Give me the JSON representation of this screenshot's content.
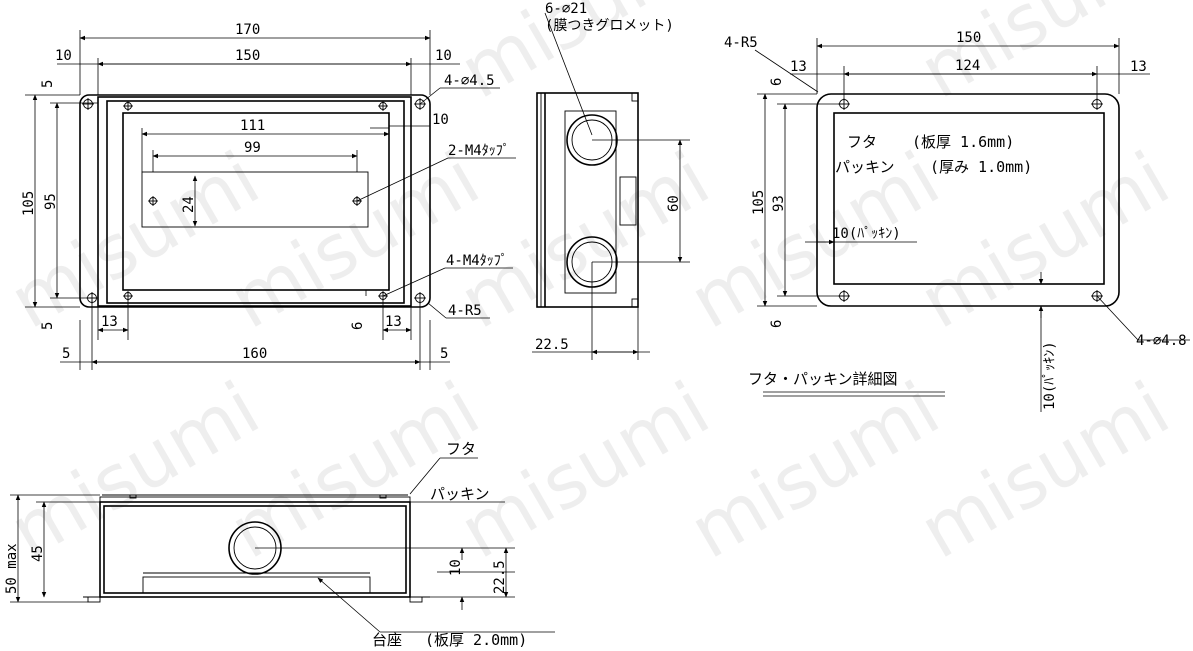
{
  "watermark": "misumi",
  "front_view": {
    "d170": "170",
    "d10a": "10",
    "d150": "150",
    "d10b": "10",
    "d111": "111",
    "d99": "99",
    "d10c": "10",
    "d105": "105",
    "d95": "95",
    "d24": "24",
    "d5a": "5",
    "d5b": "5",
    "d13a": "13",
    "d6": "6",
    "d13b": "13",
    "d5c": "5",
    "d160": "160",
    "d5d": "5",
    "hole_4": "4-⌀4.5",
    "tap_2": "2-M4ﾀｯﾌﾟ",
    "tap_4": "4-M4ﾀｯﾌﾟ",
    "r5": "4-R5"
  },
  "side_view": {
    "grommet_count": "6-⌀21",
    "grommet_desc": "(膜つきグロメット)",
    "d60": "60",
    "d22_5": "22.5"
  },
  "lid_view": {
    "r5": "4-R5",
    "d150": "150",
    "d13a": "13",
    "d124": "124",
    "d13b": "13",
    "d6a": "6",
    "d6b": "6",
    "d105": "105",
    "d93": "93",
    "lid_label": "フタ",
    "lid_spec": "(板厚  1.6mm)",
    "packing_label": "パッキン",
    "packing_spec": "(厚み  1.0mm)",
    "packing_10": "10(ﾊﾟｯｷﾝ)",
    "packing_10_v": "10(ﾊﾟｯｷﾝ)",
    "hole_4": "4-⌀4.8",
    "title": "フタ・パッキン詳細図"
  },
  "bottom_view": {
    "lid": "フタ",
    "packing": "パッキン",
    "d50max": "50 max",
    "d45": "45",
    "d10": "10",
    "d22_5": "22.5",
    "base": "台座",
    "base_spec": "(板厚  2.0mm)"
  }
}
